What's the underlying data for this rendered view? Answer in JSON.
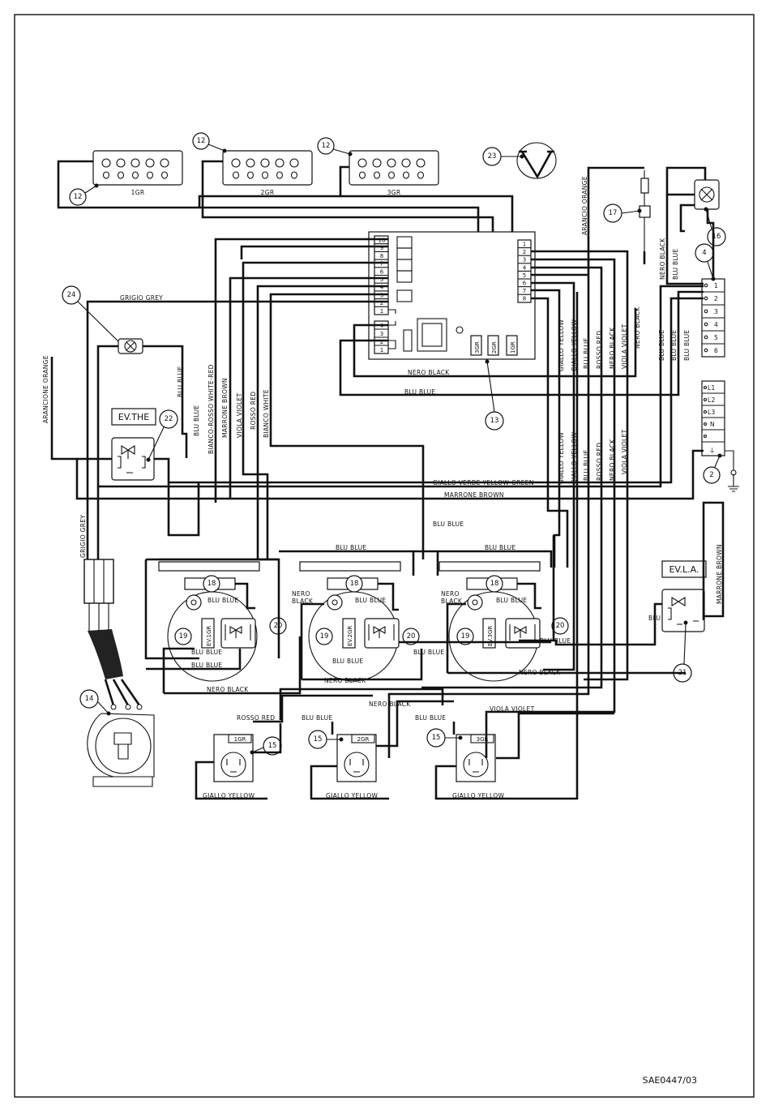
{
  "footer": {
    "code": "SAE0447/03"
  },
  "callouts": {
    "c12": "12",
    "c23": "23",
    "c17": "17",
    "c16": "16",
    "c4": "4",
    "c24": "24",
    "c22": "22",
    "c13": "13",
    "c2": "2",
    "c14": "14",
    "c18": "18",
    "c19": "19",
    "c20": "20",
    "c21": "21",
    "c15": "15"
  },
  "keypads": [
    "1GR",
    "2GR",
    "3GR"
  ],
  "control_box": {
    "left_terminals": [
      "10",
      "9",
      "8",
      "7",
      "6",
      "5",
      "4",
      "3",
      "2",
      "1"
    ],
    "lower_terminals": [
      "4",
      "3",
      "2",
      "1"
    ],
    "right_terminals": [
      "1",
      "2",
      "3",
      "4",
      "5",
      "6",
      "7",
      "8"
    ],
    "group_connectors": [
      "3GR",
      "2GR",
      "1GR"
    ]
  },
  "terminal_block": [
    "1",
    "2",
    "3",
    "4",
    "5",
    "6"
  ],
  "power_terminals": [
    "L1",
    "L2",
    "L3",
    "N",
    "⏚"
  ],
  "components": {
    "ev_the": "EV.THE",
    "ev_la": "EV.L.A.",
    "ev_groups": [
      "EV.1GR",
      "EV.2GR",
      "EV.3GR"
    ],
    "flowmeters": [
      "1GR",
      "2GR",
      "3GR"
    ]
  },
  "wire_labels": {
    "grigio_grey": "GRIGIO GREY",
    "nero_black": "NERO BLACK",
    "blu_blue": "BLU BLUE",
    "blu": "BLU",
    "arancione_orange": "ARANCIONE ORANGE",
    "arancio_orange": "ARANCIO ORANGE",
    "bianco_rosso": "BIANCO-ROSSO WHITE-RED",
    "marrone_brown": "MARRONE BROWN",
    "viola_violet": "VIOLA VIOLET",
    "rosso_red": "ROSSO RED",
    "bianco_white": "BIANCO WHITE",
    "giallo_yellow": "GIALLO YELLOW",
    "giallo_verde": "GIALLO-VERDE YELLOW-GREEN",
    "nero": "NERO",
    "black": "BLACK"
  }
}
